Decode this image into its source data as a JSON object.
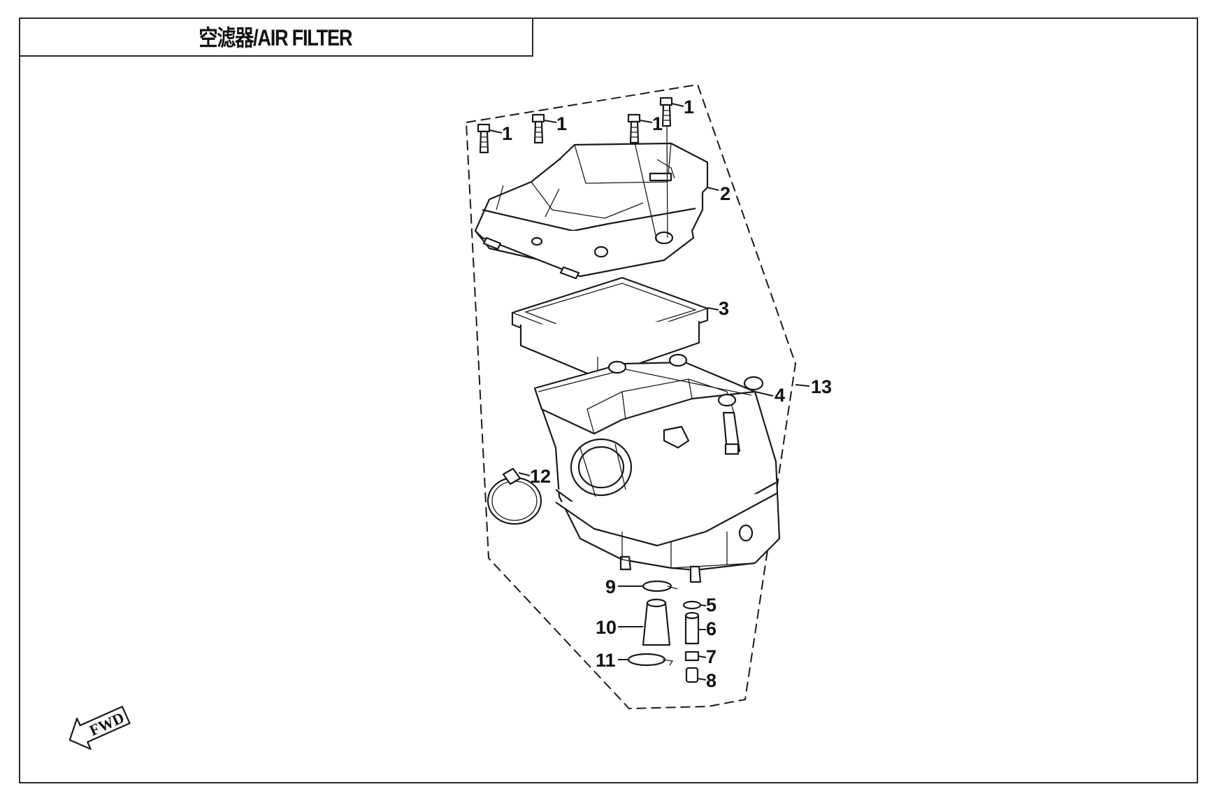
{
  "title": "空滤器/AIR FILTER",
  "callouts": [
    {
      "id": "1a",
      "text": "1"
    },
    {
      "id": "1b",
      "text": "1"
    },
    {
      "id": "1c",
      "text": "1"
    },
    {
      "id": "1d",
      "text": "1"
    },
    {
      "id": "2",
      "text": "2"
    },
    {
      "id": "3",
      "text": "3"
    },
    {
      "id": "4",
      "text": "4"
    },
    {
      "id": "5",
      "text": "5"
    },
    {
      "id": "6",
      "text": "6"
    },
    {
      "id": "7",
      "text": "7"
    },
    {
      "id": "8",
      "text": "8"
    },
    {
      "id": "9",
      "text": "9"
    },
    {
      "id": "10",
      "text": "10"
    },
    {
      "id": "11",
      "text": "11"
    },
    {
      "id": "12",
      "text": "12"
    },
    {
      "id": "13",
      "text": "13"
    }
  ],
  "direction_arrow": {
    "text": "FWD",
    "icon": "forward-arrow-icon"
  }
}
